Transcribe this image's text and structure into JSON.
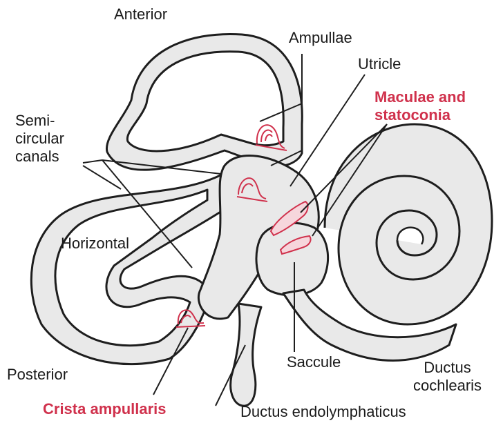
{
  "labels": {
    "anterior": "Anterior",
    "ampullae": "Ampullae",
    "utricle": "Utricle",
    "maculae": "Maculae and\nstatoconia",
    "semicircular": "Semi-\ncircular\ncanals",
    "horizontal": "Horizontal",
    "saccule": "Saccule",
    "posterior": "Posterior",
    "crista": "Crista ampullaris",
    "ductus_endolymphaticus": "Ductus endolymphaticus",
    "ductus_cochlearis": "Ductus\ncochlearis"
  },
  "colors": {
    "membrane_fill": "#e9e9e9",
    "outline": "#1e1e1e",
    "highlight": "#d0314c"
  }
}
